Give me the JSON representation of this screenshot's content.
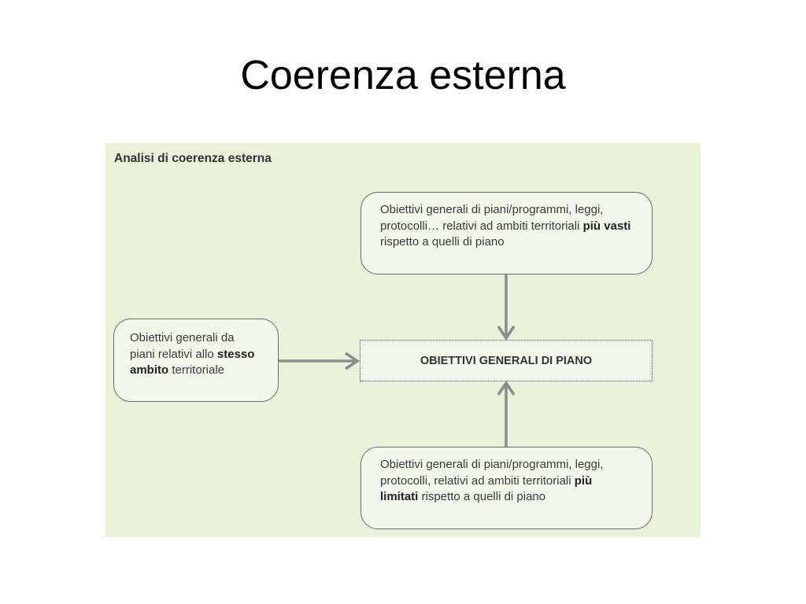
{
  "title": "Coerenza esterna",
  "panel": {
    "title": "Analisi di coerenza esterna",
    "center_box": "OBIETTIVI GENERALI DI PIANO",
    "top_box": {
      "text_1": "Obiettivi generali di piani/programmi, leggi, protocolli… relativi ad ambiti territoriali ",
      "bold": "più vasti",
      "text_2": " rispetto a quelli di piano"
    },
    "left_box": {
      "text_1": "Obiettivi generali da piani relativi allo ",
      "bold": "stesso ambito",
      "text_2": " territoriale"
    },
    "bottom_box": {
      "text_1": "Obiettivi generali di piani/programmi, leggi, protocolli,  relativi ad ambiti territoriali ",
      "bold": "più limitati",
      "text_2": " rispetto a quelli di piano"
    }
  },
  "colors": {
    "panel_background": "#e9f1d9",
    "box_background": "#f4f8ec",
    "arrow": "#8c8c8c"
  }
}
